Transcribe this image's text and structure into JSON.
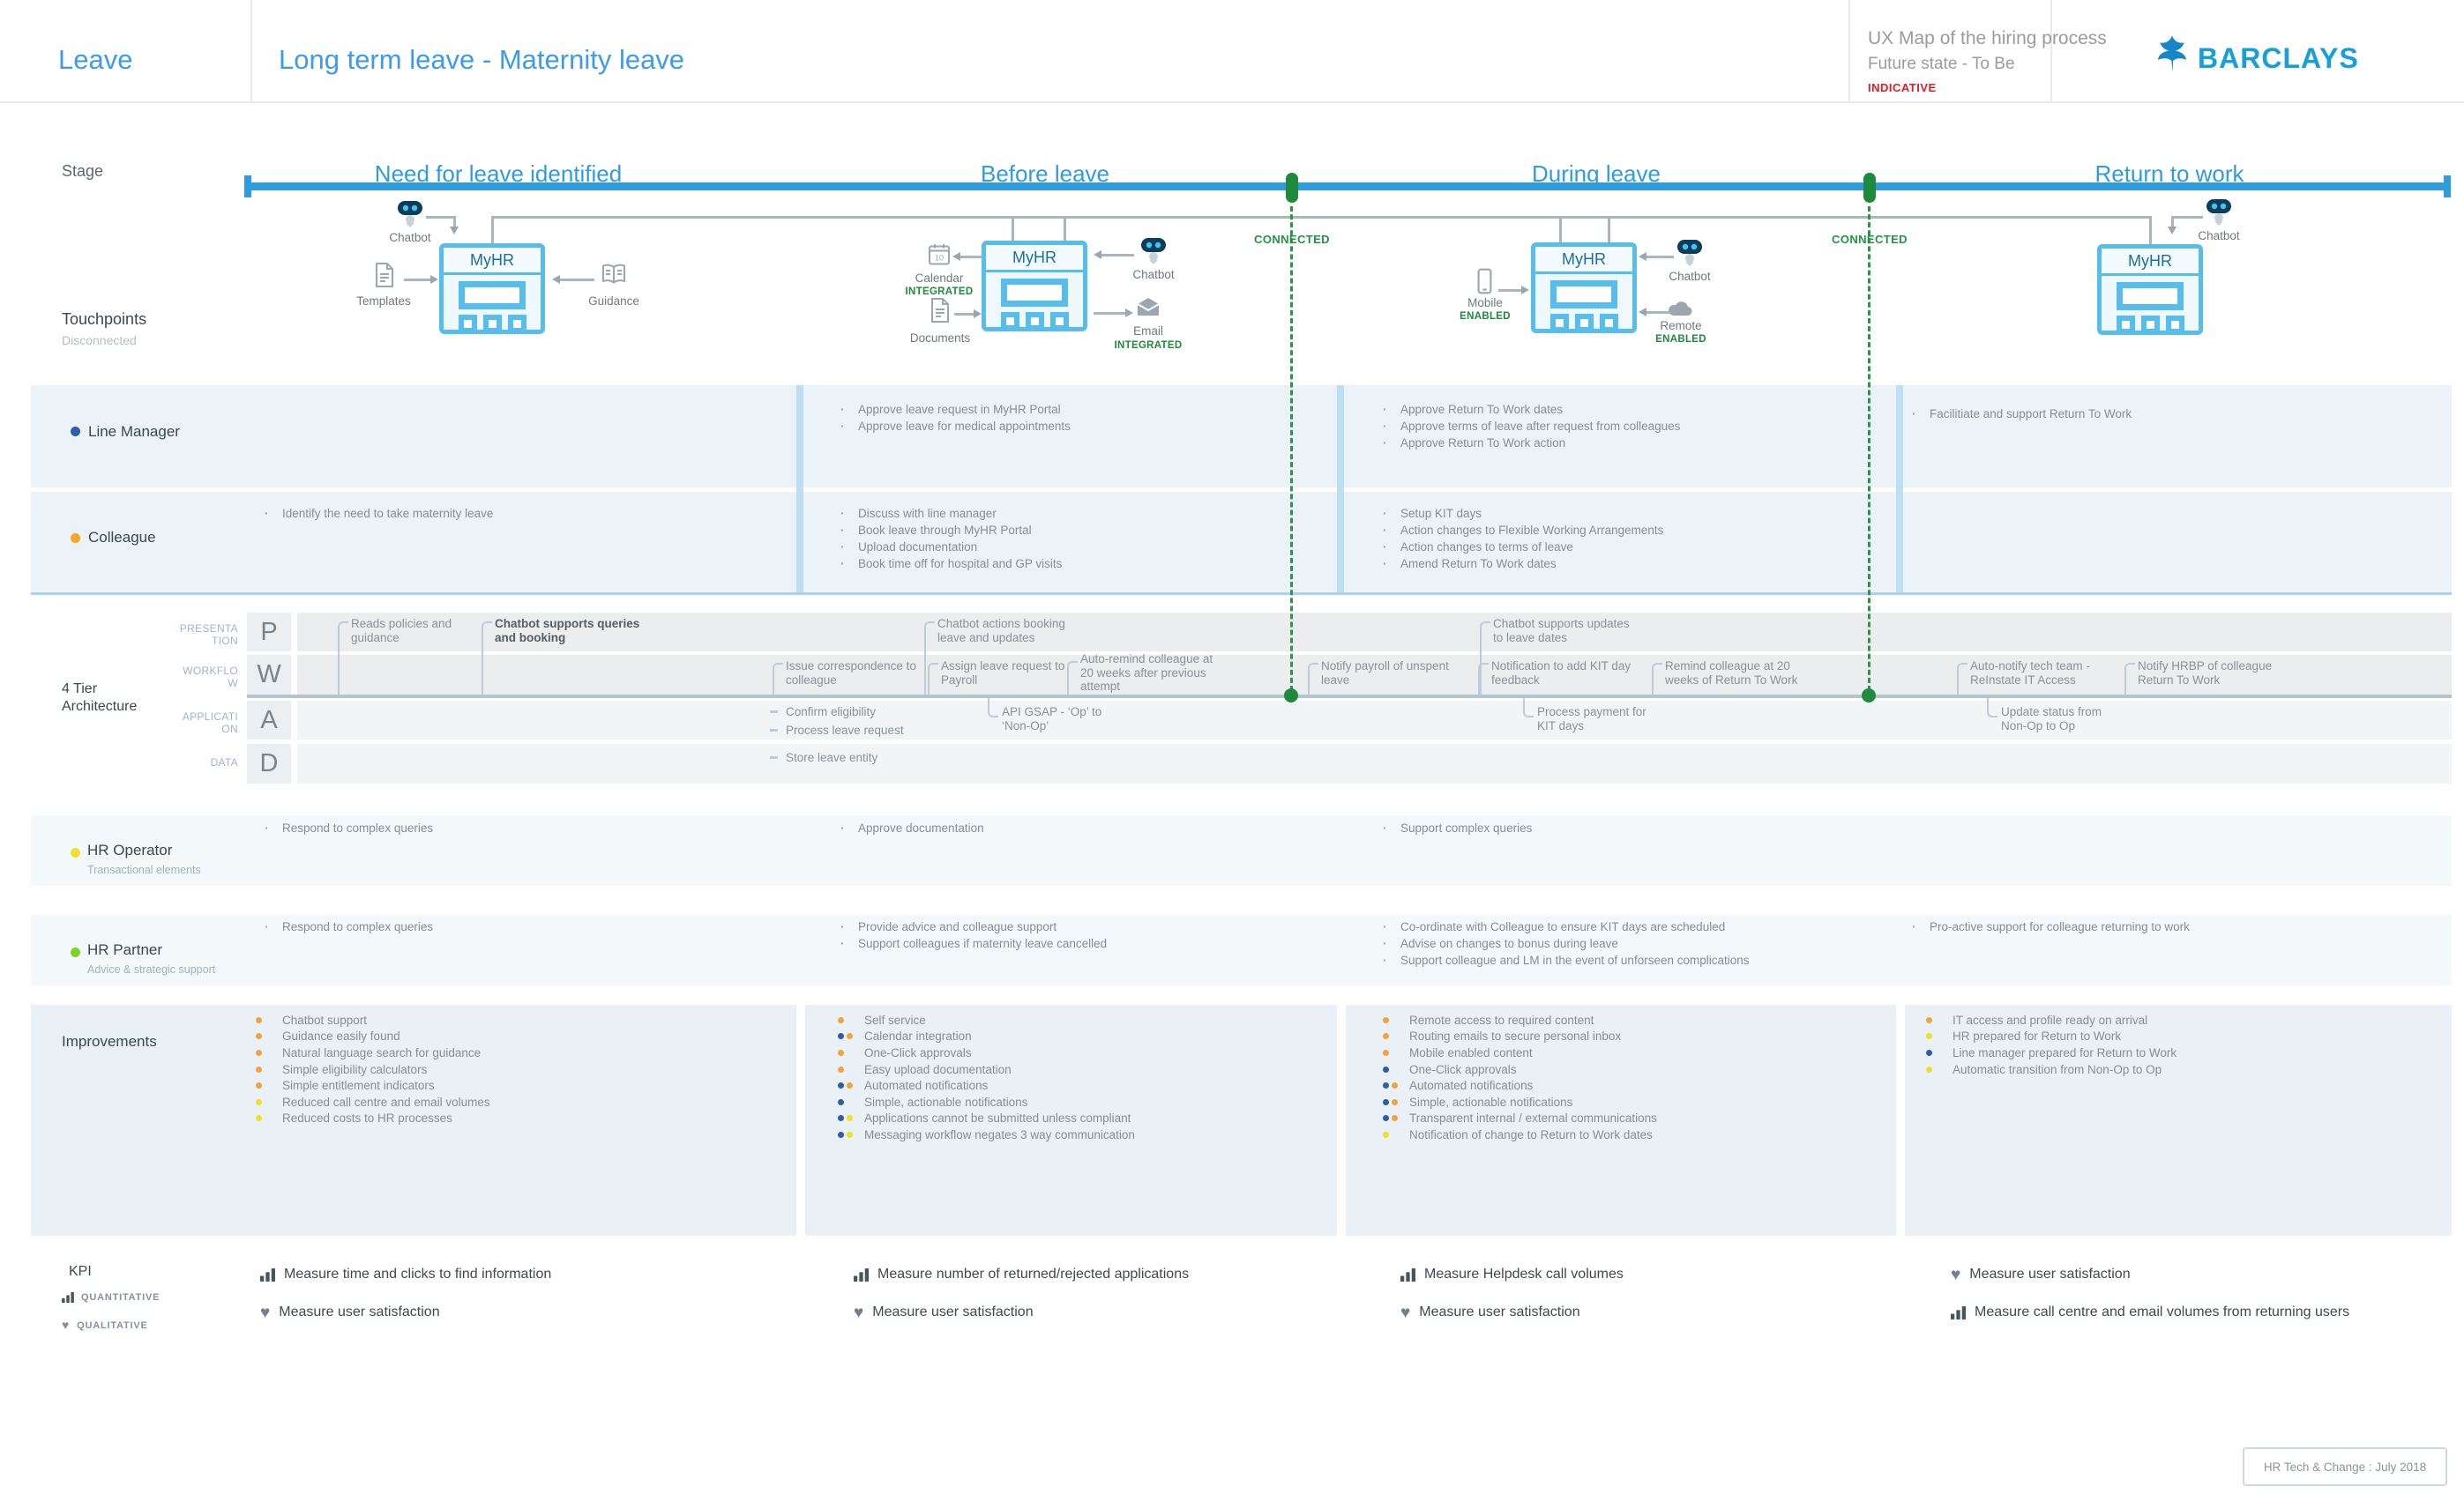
{
  "colors": {
    "accent_blue": "#2F9BE0",
    "brand_blue": "#169FDB",
    "green": "#1E8A3C",
    "band_blue": "#EBF3F9",
    "orange": "#F2A33C",
    "yellow": "#F2DC2C",
    "navy": "#2F5EA0",
    "red": "#E02020"
  },
  "header": {
    "category": "Leave",
    "title": "Long term leave - Maternity leave",
    "project": "UX Map of the hiring process",
    "state": "Future state - To Be",
    "tag": "INDICATIVE",
    "brand": "BARCLAYS"
  },
  "stage": {
    "label": "Stage",
    "s1": "Need for leave identified",
    "s2": "Before leave",
    "s3": "During leave",
    "s4": "Return to work"
  },
  "tp": {
    "label": "Touchpoints",
    "sub": "Disconnected",
    "myhr": "MyHR",
    "connected": "CONNECTED",
    "c1_chatbot": "Chatbot",
    "c1_templates": "Templates",
    "c1_guidance": "Guidance",
    "c2_calendar": "Calendar",
    "c2_calendar_status": "INTEGRATED",
    "c2_documents": "Documents",
    "c2_chatbot": "Chatbot",
    "c2_email": "Email",
    "c2_email_status": "INTEGRATED",
    "c3_mobile": "Mobile",
    "c3_mobile_status": "ENABLED",
    "c3_chatbot": "Chatbot",
    "c3_remote": "Remote",
    "c3_remote_status": "ENABLED",
    "c4_chatbot": "Chatbot"
  },
  "lm": {
    "label": "Line Manager",
    "c2": [
      "Approve leave request in MyHR Portal",
      "Approve leave for medical appointments"
    ],
    "c3": [
      "Approve Return To Work dates",
      "Approve terms of leave after request from colleagues",
      "Approve Return To Work action"
    ],
    "c4": [
      "Facilitiate and support Return To Work"
    ]
  },
  "col": {
    "label": "Colleague",
    "c1": [
      "Identify the need to take maternity leave"
    ],
    "c2": [
      "Discuss with line manager",
      "Book leave through MyHR Portal",
      "Upload documentation",
      "Book time off for hospital and GP visits"
    ],
    "c3": [
      "Setup KIT days",
      "Action changes to Flexible Working Arrangements",
      "Action changes to terms of leave",
      "Amend Return To Work dates"
    ]
  },
  "arch": {
    "label": "4 Tier Architecture",
    "tiers": [
      {
        "letter": "P",
        "name": "PRESENTATION"
      },
      {
        "letter": "W",
        "name": "WORKFLOW"
      },
      {
        "letter": "A",
        "name": "APPLICATION"
      },
      {
        "letter": "D",
        "name": "DATA"
      }
    ],
    "p": [
      "Reads policies and guidance",
      "Chatbot supports queries and booking",
      "Chatbot actions booking leave and updates",
      "Chatbot supports updates to leave dates"
    ],
    "w": [
      "Issue correspondence to colleague",
      "Assign leave request to Payroll",
      "Auto-remind colleague at 20 weeks after previous attempt",
      "Notify payroll of unspent leave",
      "Notification to add KIT day feedback",
      "Remind colleague at 20 weeks of Return To Work",
      "Auto-notify tech team - ReInstate IT Access",
      "Notify HRBP of colleague Return To Work"
    ],
    "a": [
      "Confirm eligibility",
      "Process leave request",
      "API GSAP - ‘Op’ to ‘Non-Op’",
      "Process payment for KIT days",
      "Update status from Non-Op to Op"
    ],
    "d": [
      "Store leave entity"
    ]
  },
  "hro": {
    "label": "HR Operator",
    "sub": "Transactional elements",
    "c1": [
      "Respond to complex queries"
    ],
    "c2": [
      "Approve documentation"
    ],
    "c3": [
      "Support complex queries"
    ]
  },
  "hrp": {
    "label": "HR Partner",
    "sub": "Advice & strategic support",
    "c1": [
      "Respond to complex queries"
    ],
    "c2": [
      "Provide advice and colleague support",
      "Support colleagues if maternity leave cancelled"
    ],
    "c3": [
      "Co-ordinate with Colleague to ensure KIT days are scheduled",
      "Advise on changes to bonus during leave",
      "Support colleague and LM in the event of unforseen complications"
    ],
    "c4": [
      "Pro-active support for colleague returning to work"
    ]
  },
  "imp": {
    "label": "Improvements",
    "c1": [
      {
        "d": [
          "o"
        ],
        "t": "Chatbot support"
      },
      {
        "d": [
          "o"
        ],
        "t": "Guidance easily found"
      },
      {
        "d": [
          "o"
        ],
        "t": "Natural language search for guidance"
      },
      {
        "d": [
          "o"
        ],
        "t": "Simple eligibility calculators"
      },
      {
        "d": [
          "o"
        ],
        "t": "Simple entitlement indicators"
      },
      {
        "d": [
          "y"
        ],
        "t": "Reduced call centre and email volumes"
      },
      {
        "d": [
          "y"
        ],
        "t": "Reduced costs to HR processes"
      }
    ],
    "c2": [
      {
        "d": [
          "o"
        ],
        "t": "Self service"
      },
      {
        "d": [
          "b",
          "o"
        ],
        "t": "Calendar integration"
      },
      {
        "d": [
          "o"
        ],
        "t": "One-Click approvals"
      },
      {
        "d": [
          "o"
        ],
        "t": "Easy upload documentation"
      },
      {
        "d": [
          "b",
          "o"
        ],
        "t": "Automated notifications"
      },
      {
        "d": [
          "b"
        ],
        "t": "Simple, actionable notifications"
      },
      {
        "d": [
          "b",
          "y"
        ],
        "t": "Applications cannot be submitted unless compliant"
      },
      {
        "d": [
          "b",
          "y"
        ],
        "t": "Messaging workflow negates 3 way communication"
      }
    ],
    "c3": [
      {
        "d": [
          "o"
        ],
        "t": "Remote access to required content"
      },
      {
        "d": [
          "o"
        ],
        "t": "Routing emails to secure personal inbox"
      },
      {
        "d": [
          "o"
        ],
        "t": "Mobile enabled content"
      },
      {
        "d": [
          "b"
        ],
        "t": "One-Click approvals"
      },
      {
        "d": [
          "b",
          "o"
        ],
        "t": "Automated notifications"
      },
      {
        "d": [
          "b",
          "o"
        ],
        "t": "Simple, actionable notifications"
      },
      {
        "d": [
          "b",
          "o"
        ],
        "t": "Transparent internal / external communications"
      },
      {
        "d": [
          "y"
        ],
        "t": "Notification of change to Return to Work dates"
      }
    ],
    "c4": [
      {
        "d": [
          "o"
        ],
        "t": "IT access and profile ready on arrival"
      },
      {
        "d": [
          "y"
        ],
        "t": "HR prepared for Return to Work"
      },
      {
        "d": [
          "b"
        ],
        "t": "Line manager prepared for Return to Work"
      },
      {
        "d": [
          "y"
        ],
        "t": "Automatic transition from Non-Op to Op"
      }
    ]
  },
  "kpi": {
    "label": "KPI",
    "legend_quant": "QUANTITATIVE",
    "legend_qual": "QUALITATIVE",
    "c1": [
      {
        "icon": "chart",
        "text": "Measure time and clicks to find information"
      },
      {
        "icon": "heart",
        "text": "Measure user satisfaction"
      }
    ],
    "c2": [
      {
        "icon": "chart",
        "text": "Measure number of returned/rejected applications"
      },
      {
        "icon": "heart",
        "text": "Measure user satisfaction"
      }
    ],
    "c3": [
      {
        "icon": "chart",
        "text": "Measure Helpdesk call volumes"
      },
      {
        "icon": "heart",
        "text": "Measure user satisfaction"
      }
    ],
    "c4": [
      {
        "icon": "heart",
        "text": "Measure user satisfaction"
      },
      {
        "icon": "chart",
        "text": "Measure call centre and email volumes from returning users"
      }
    ]
  },
  "footer": {
    "credit": "HR Tech & Change : July 2018"
  }
}
